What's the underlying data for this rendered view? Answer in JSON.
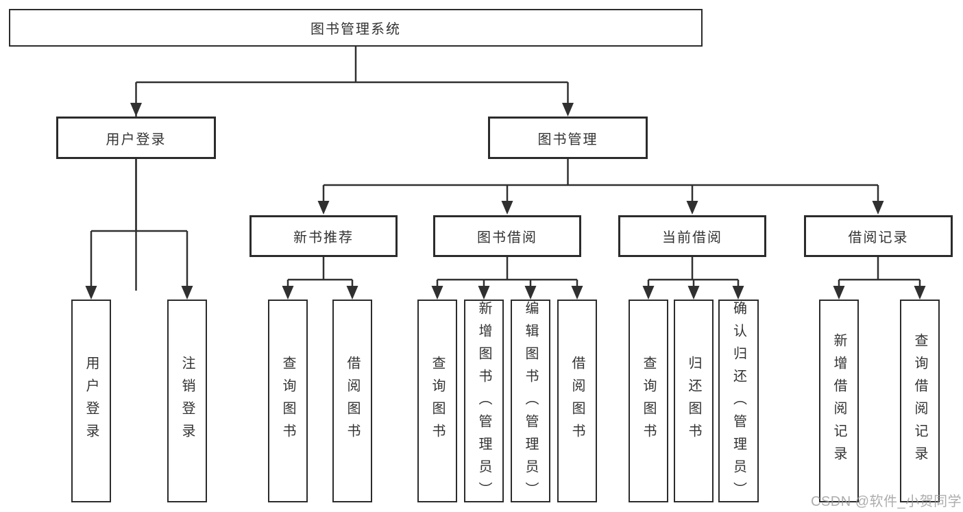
{
  "diagram_type": "hierarchy-tree",
  "colors": {
    "background": "#ffffff",
    "line": "#303030",
    "box_border": "#2b2b2b",
    "box_fill": "#ffffff",
    "text": "#333333",
    "watermark": "#999999"
  },
  "nodes": {
    "root": "图书管理系统",
    "user_login": "用户登录",
    "book_management": "图书管理",
    "new_book_rec": "新书推荐",
    "book_borrow": "图书借阅",
    "current_borrow": "当前借阅",
    "borrow_records": "借阅记录",
    "user_login_children": [
      "用户登录",
      "注销登录"
    ],
    "new_book_rec_children": [
      "查询图书",
      "借阅图书"
    ],
    "book_borrow_children": [
      "查询图书",
      "新增图书（管理员）",
      "编辑图书（管理员）",
      "借阅图书"
    ],
    "current_borrow_children": [
      "查询图书",
      "归还图书",
      "确认归还（管理员）"
    ],
    "borrow_records_children": [
      "新增借阅记录",
      "查询借阅记录"
    ]
  },
  "watermark": "CSDN @软件_小贺同学"
}
